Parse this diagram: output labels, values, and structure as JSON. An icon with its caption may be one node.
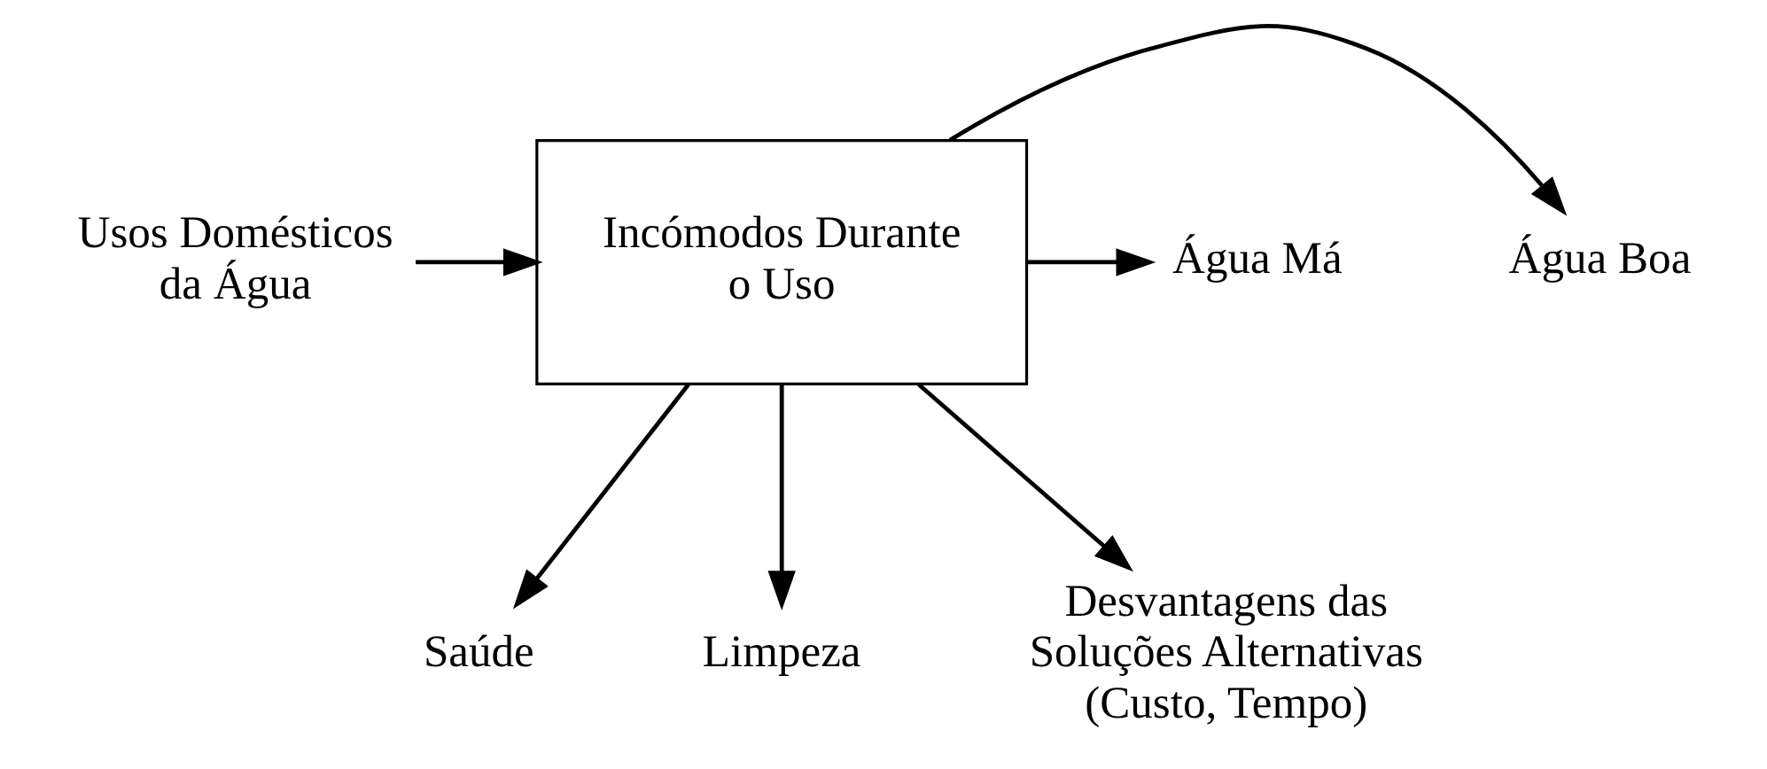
{
  "diagram": {
    "nodes": [
      {
        "text": [
          "Usos Domésticos da Água"
        ]
      },
      {
        "text": [
          "Incómodos Durante o Uso"
        ]
      },
      {
        "text": [
          "Água Boa"
        ]
      },
      {
        "text": [
          "Água Má"
        ]
      },
      {
        "text": [
          "Saúde"
        ]
      },
      {
        "text": [
          "Limpeza"
        ]
      },
      {
        "text": [
          "Desvantagens das Soluções Alternativas (Custo, Tempo)"
        ]
      }
    ],
    "edges": [
      {
        "from": 0,
        "to": 1,
        "arrow": "to"
      },
      {
        "from": 1,
        "to": 2,
        "arrow": "to"
      },
      {
        "from": 1,
        "to": 3,
        "arrow": "to"
      },
      {
        "from": 1,
        "to": 4,
        "arrow": "to"
      },
      {
        "from": 1,
        "to": 5,
        "arrow": "to"
      },
      {
        "from": 1,
        "to": 6,
        "arrow": "to"
      }
    ]
  }
}
